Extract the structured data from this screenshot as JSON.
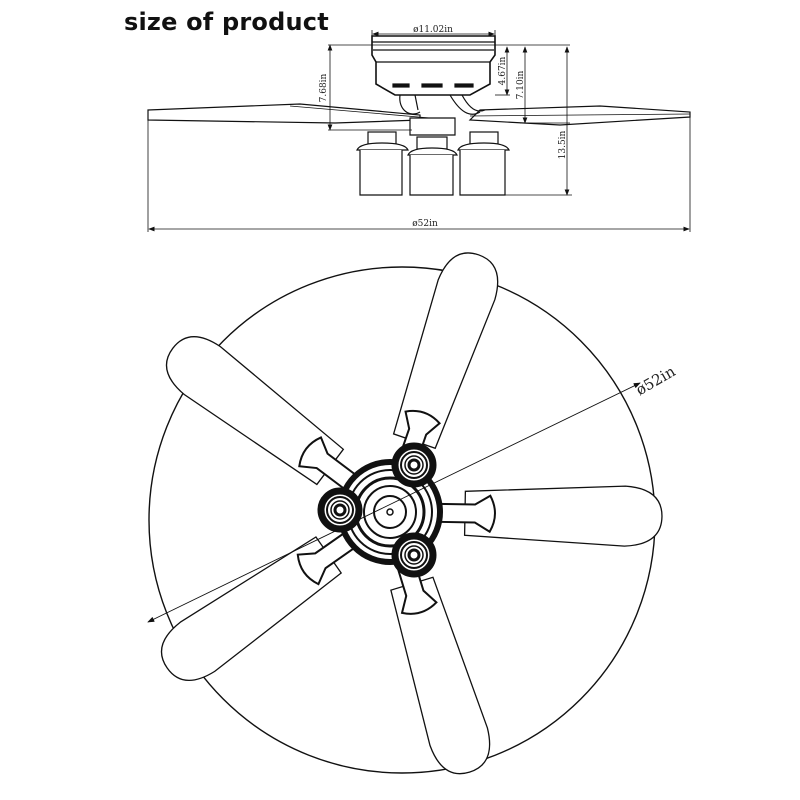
{
  "title": "size of product",
  "side_view": {
    "labels": {
      "canopy_diameter": "ø11.02in",
      "motor_height": "4.67in",
      "blade_height": "7.10in",
      "left_height": "7.68in",
      "total_height": "13.5in",
      "span": "ø52in"
    }
  },
  "top_view": {
    "labels": {
      "span": "ø52in"
    },
    "blade_count": 5,
    "light_count": 3
  },
  "colors": {
    "line": "#111111",
    "background": "#ffffff"
  }
}
